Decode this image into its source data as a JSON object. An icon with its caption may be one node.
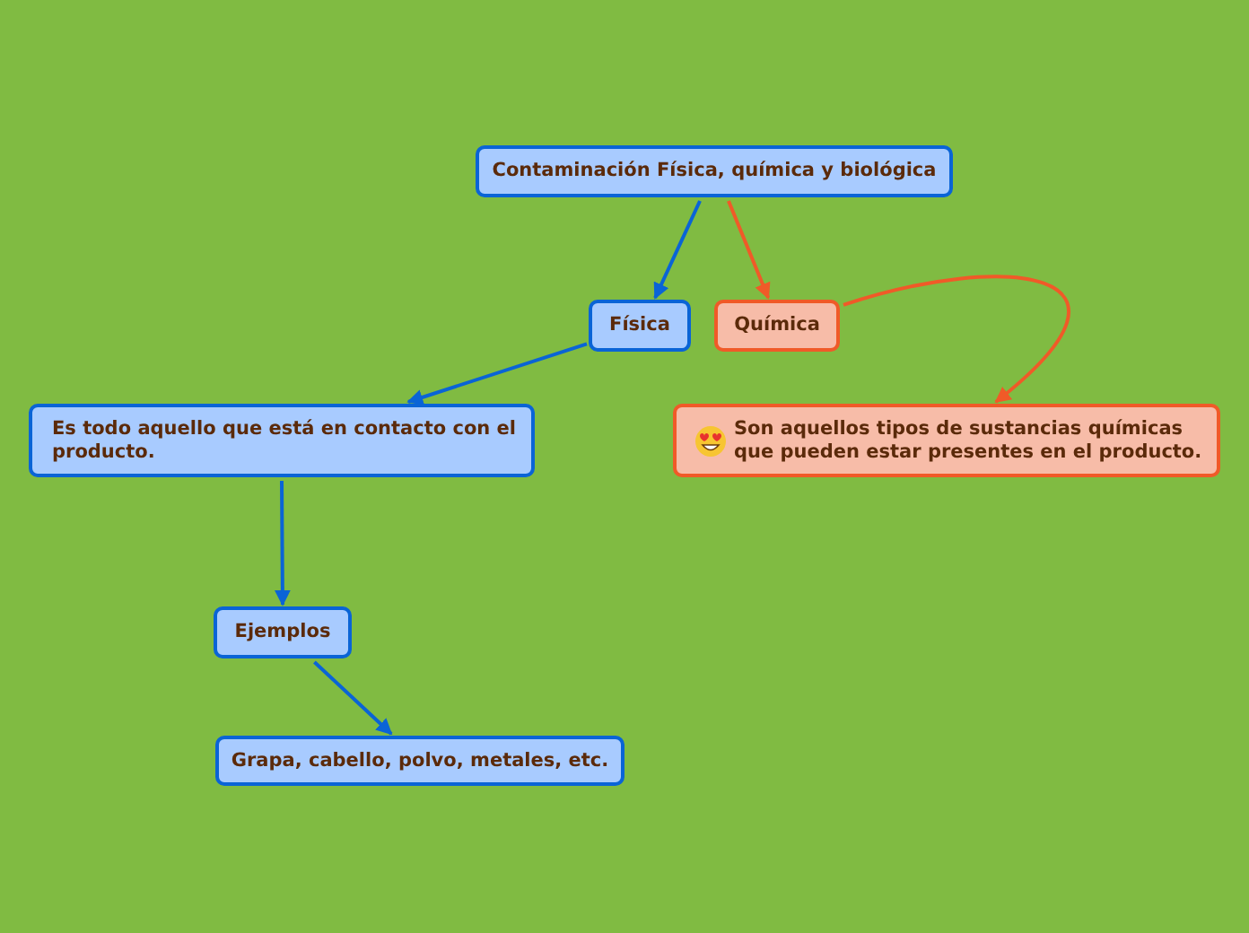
{
  "diagram": {
    "nodes": [
      {
        "text": [
          "Contaminación Física, química y biológica"
        ]
      },
      {
        "text": [
          "Física"
        ]
      },
      {
        "text": [
          "Química"
        ]
      },
      {
        "text": [
          "Es todo aquello que está en contacto con el producto."
        ]
      },
      {
        "text": [
          "Son aquellos tipos de sustancias químicas que pueden estar presentes en el producto."
        ]
      },
      {
        "text": [
          "Ejemplos"
        ]
      },
      {
        "text": [
          "Grapa, cabello, polvo, metales, etc."
        ]
      }
    ],
    "edges": [
      {
        "from": 0,
        "to": 1,
        "arrow": "to"
      },
      {
        "from": 0,
        "to": 2,
        "arrow": "to",
        "color": "#f05a28"
      },
      {
        "from": 1,
        "to": 3,
        "arrow": "to"
      },
      {
        "from": 2,
        "to": 4,
        "arrow": "to",
        "color": "#f05a28"
      },
      {
        "from": 3,
        "to": 5,
        "arrow": "to"
      },
      {
        "from": 5,
        "to": 6,
        "arrow": "to"
      }
    ]
  }
}
